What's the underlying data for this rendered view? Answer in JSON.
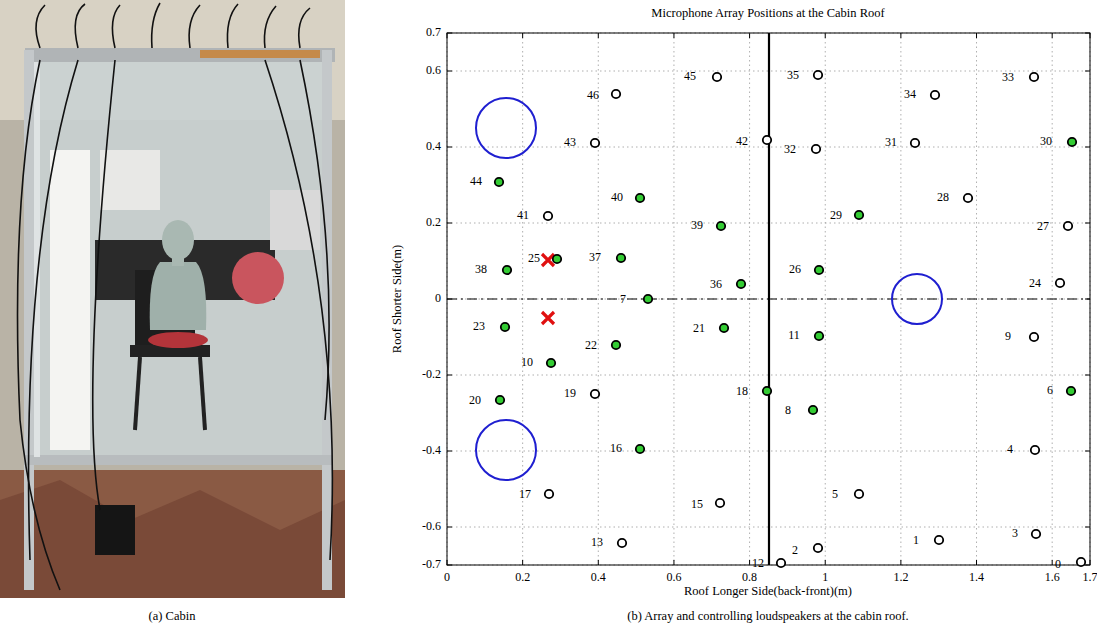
{
  "diagram": {
    "title": "Microphone Array Positions at the Cabin Roof",
    "labels": [
      "(a) Cabin",
      "(b) Array and controlling loudspeakers at the cabin roof.",
      "Roof Longer Side(back-front)(m)",
      "Roof Shorter Side(m)",
      "0",
      "0.2",
      "0.4",
      "0.6",
      "0.8",
      "1",
      "1.2",
      "1.4",
      "1.6",
      "1.7",
      "0.7",
      "0.6",
      "0.4",
      "0.2",
      "0",
      "-0.2",
      "-0.4",
      "-0.6",
      "-0.7",
      "0",
      "1",
      "2",
      "3",
      "4",
      "5",
      "6",
      "7",
      "8",
      "9",
      "10",
      "11",
      "12",
      "13",
      "15",
      "16",
      "17",
      "18",
      "19",
      "20",
      "21",
      "22",
      "23",
      "24",
      "25",
      "26",
      "27",
      "28",
      "29",
      "30",
      "31",
      "32",
      "33",
      "34",
      "35",
      "36",
      "37",
      "38",
      "39",
      "40",
      "41",
      "42",
      "43",
      "44",
      "45",
      "46"
    ]
  }
}
